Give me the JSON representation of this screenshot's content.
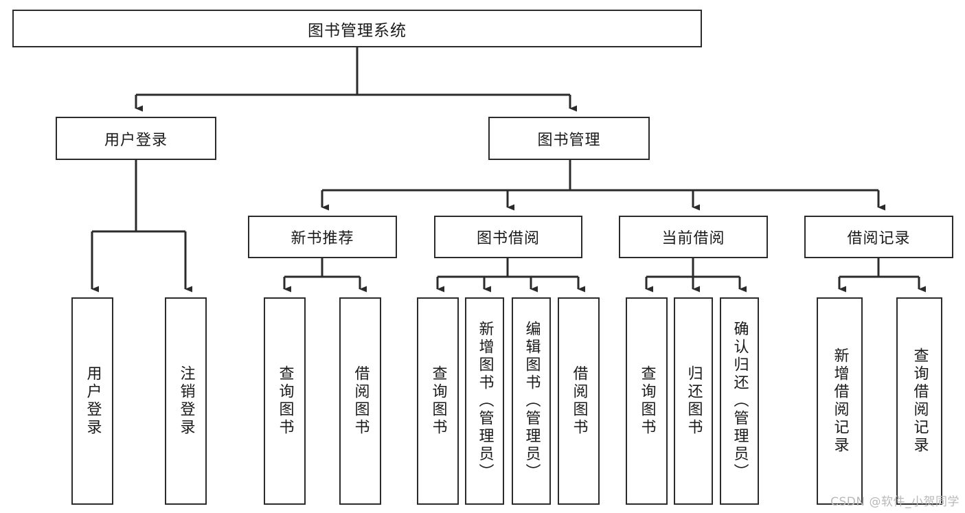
{
  "diagram": {
    "title": "图书管理系统",
    "type": "hierarchy-tree",
    "watermark": "CSDN @软件_小贺同学",
    "colors": {
      "stroke": "#2b2b2b",
      "fill": "#ffffff",
      "text": "#1a1a1a",
      "watermark": "#b9b9b9"
    },
    "nodes": {
      "root": {
        "label": "图书管理系统"
      },
      "level2": [
        {
          "id": "user-login",
          "label": "用户登录"
        },
        {
          "id": "book-manage",
          "label": "图书管理"
        }
      ],
      "level3": [
        {
          "id": "new-book-recommend",
          "label": "新书推荐"
        },
        {
          "id": "book-borrow",
          "label": "图书借阅"
        },
        {
          "id": "current-borrow",
          "label": "当前借阅"
        },
        {
          "id": "borrow-record",
          "label": "借阅记录"
        }
      ],
      "leaves": {
        "user-login": [
          {
            "id": "leaf-user-login",
            "label": "用户登录"
          },
          {
            "id": "leaf-logout-login",
            "label": "注销登录"
          }
        ],
        "new-book-recommend": [
          {
            "id": "leaf-query-book-1",
            "label": "查询图书"
          },
          {
            "id": "leaf-borrow-book-1",
            "label": "借阅图书"
          }
        ],
        "book-borrow": [
          {
            "id": "leaf-query-book-2",
            "label": "查询图书"
          },
          {
            "id": "leaf-add-book",
            "label": "新增图书（管理员）"
          },
          {
            "id": "leaf-edit-book",
            "label": "编辑图书（管理员）"
          },
          {
            "id": "leaf-borrow-book-2",
            "label": "借阅图书"
          }
        ],
        "current-borrow": [
          {
            "id": "leaf-query-book-3",
            "label": "查询图书"
          },
          {
            "id": "leaf-return-book",
            "label": "归还图书"
          },
          {
            "id": "leaf-confirm-return",
            "label": "确认归还（管理员）"
          }
        ],
        "borrow-record": [
          {
            "id": "leaf-add-record",
            "label": "新增借阅记录"
          },
          {
            "id": "leaf-query-record",
            "label": "查询借阅记录"
          }
        ]
      }
    }
  }
}
